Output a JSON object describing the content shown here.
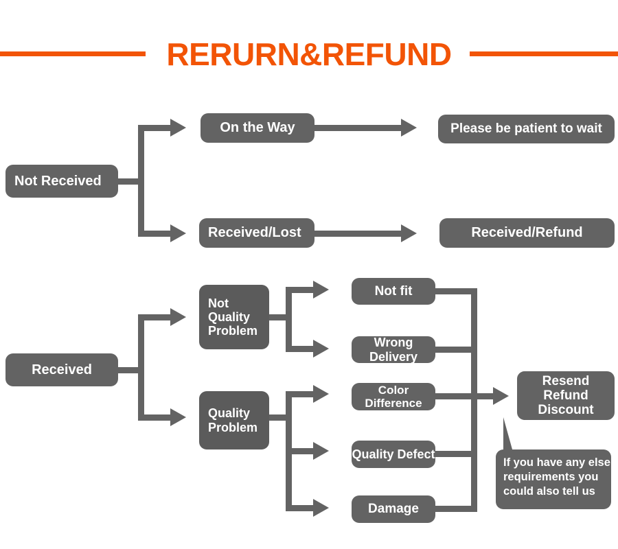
{
  "header": {
    "title": "RERURN&REFUND",
    "accent_color": "#F25406",
    "rule_left_name": "title-rule-left",
    "rule_right_name": "title-rule-right"
  },
  "theme": {
    "node_fill": "#636363",
    "node_fill_dark": "#5b5b5b",
    "node_text": "#ffffff",
    "background": "#ffffff"
  },
  "flow_not_received": {
    "root": {
      "label": "Not Received"
    },
    "branches": [
      {
        "label": "On the Way",
        "result": "Please be patient to wait"
      },
      {
        "label": "Received/Lost",
        "result": "Received/Refund"
      }
    ]
  },
  "flow_received": {
    "root": {
      "label": "Received"
    },
    "categories": [
      {
        "label": "Not\nQuality\nProblem",
        "line1": "Not",
        "line2": "Quality",
        "line3": "Problem"
      },
      {
        "label": "Quality\nProblem",
        "line1": "Quality",
        "line2": "Problem"
      }
    ],
    "reasons": [
      {
        "label": "Not fit"
      },
      {
        "label": "Wrong Delivery"
      },
      {
        "label": "Color Difference"
      },
      {
        "label": "Quality Defect"
      },
      {
        "label": "Damage"
      }
    ],
    "outcome": {
      "line1": "Resend",
      "line2": "Refund",
      "line3": "Discount"
    },
    "callout": {
      "line1": "If you have any else",
      "line2": "requirements you",
      "line3": "could also tell us"
    }
  }
}
